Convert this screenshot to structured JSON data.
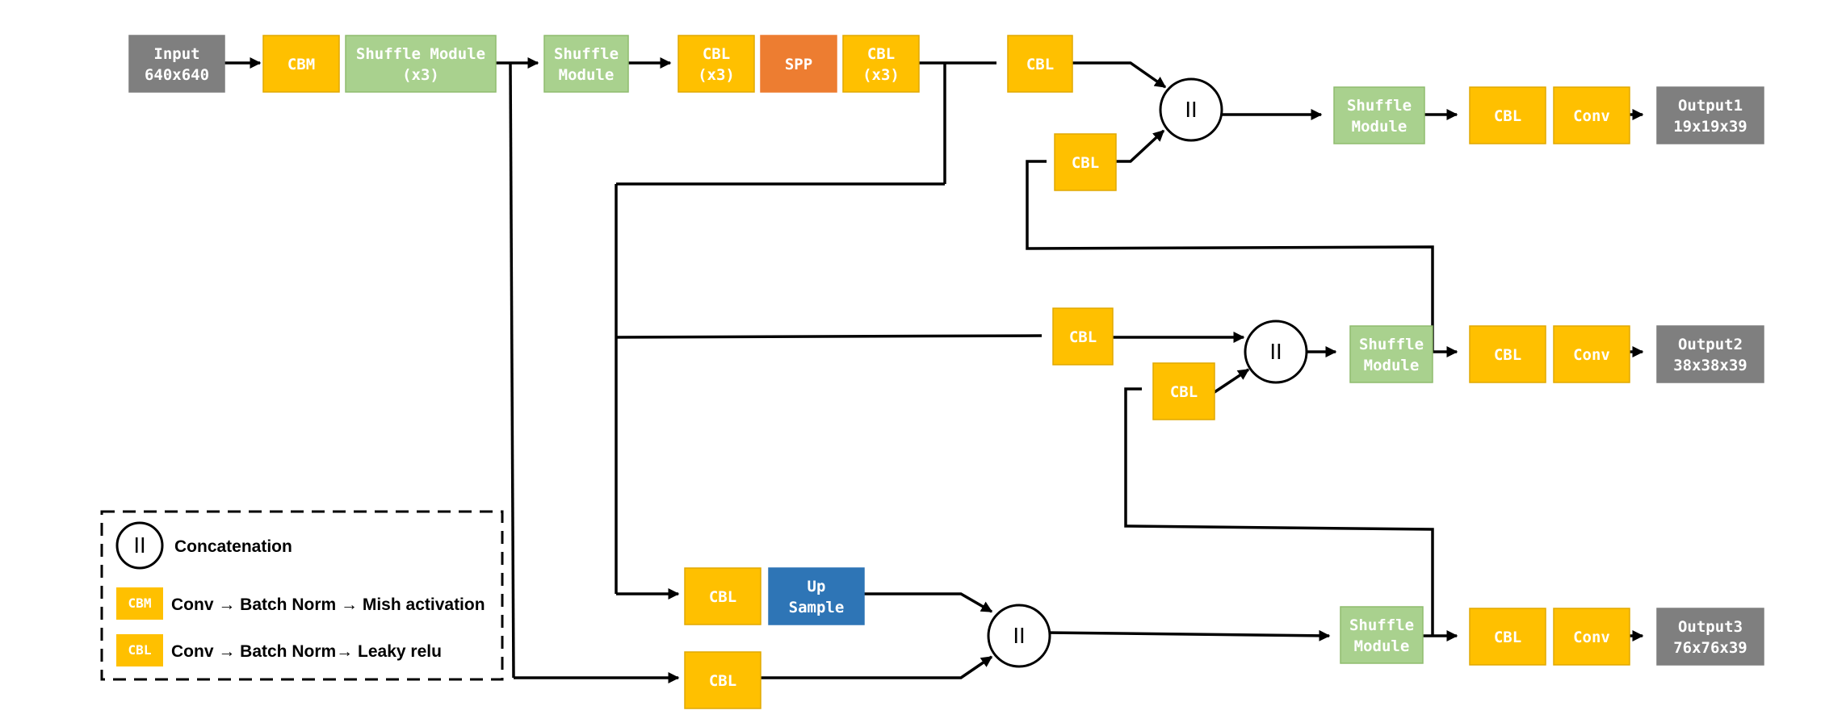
{
  "colors": {
    "gray": "#7f7f7f",
    "yellow": "#ffc000",
    "green": "#a9d18e",
    "orange": "#ed7d31",
    "blue": "#2e75b6",
    "line": "#000000"
  },
  "nodes": {
    "input": [
      "Input",
      "640x640"
    ],
    "cbm": [
      "CBM"
    ],
    "shuffle_x3": [
      "Shuffle Module",
      "(x3)"
    ],
    "shuffle_1": [
      "Shuffle",
      "Module"
    ],
    "cbl_x3_a": [
      "CBL",
      "(x3)"
    ],
    "spp": [
      "SPP"
    ],
    "cbl_x3_b": [
      "CBL",
      "(x3)"
    ],
    "cbl_top": [
      "CBL"
    ],
    "cbl_top_b": [
      "CBL"
    ],
    "shuffle_out1": [
      "Shuffle",
      "Module"
    ],
    "cbl_out1": [
      "CBL"
    ],
    "conv_out1": [
      "Conv"
    ],
    "output1": [
      "Output1",
      "19x19x39"
    ],
    "cbl_mid": [
      "CBL"
    ],
    "cbl_mid_b": [
      "CBL"
    ],
    "shuffle_out2": [
      "Shuffle",
      "Module"
    ],
    "cbl_out2": [
      "CBL"
    ],
    "conv_out2": [
      "Conv"
    ],
    "output2": [
      "Output2",
      "38x38x39"
    ],
    "cbl_bot": [
      "CBL"
    ],
    "upsample": [
      "Up",
      "Sample"
    ],
    "cbl_bot_b": [
      "CBL"
    ],
    "shuffle_out3": [
      "Shuffle",
      "Module"
    ],
    "cbl_out3": [
      "CBL"
    ],
    "conv_out3": [
      "Conv"
    ],
    "output3": [
      "Output3",
      "76x76x39"
    ]
  },
  "concat_symbol": "II",
  "legend": {
    "concat_label": "Concatenation",
    "cbm_label": "CBM",
    "cbm_desc": "Conv → Batch Norm → Mish activation",
    "cbl_label": "CBL",
    "cbl_desc": "Conv → Batch Norm→ Leaky relu"
  }
}
